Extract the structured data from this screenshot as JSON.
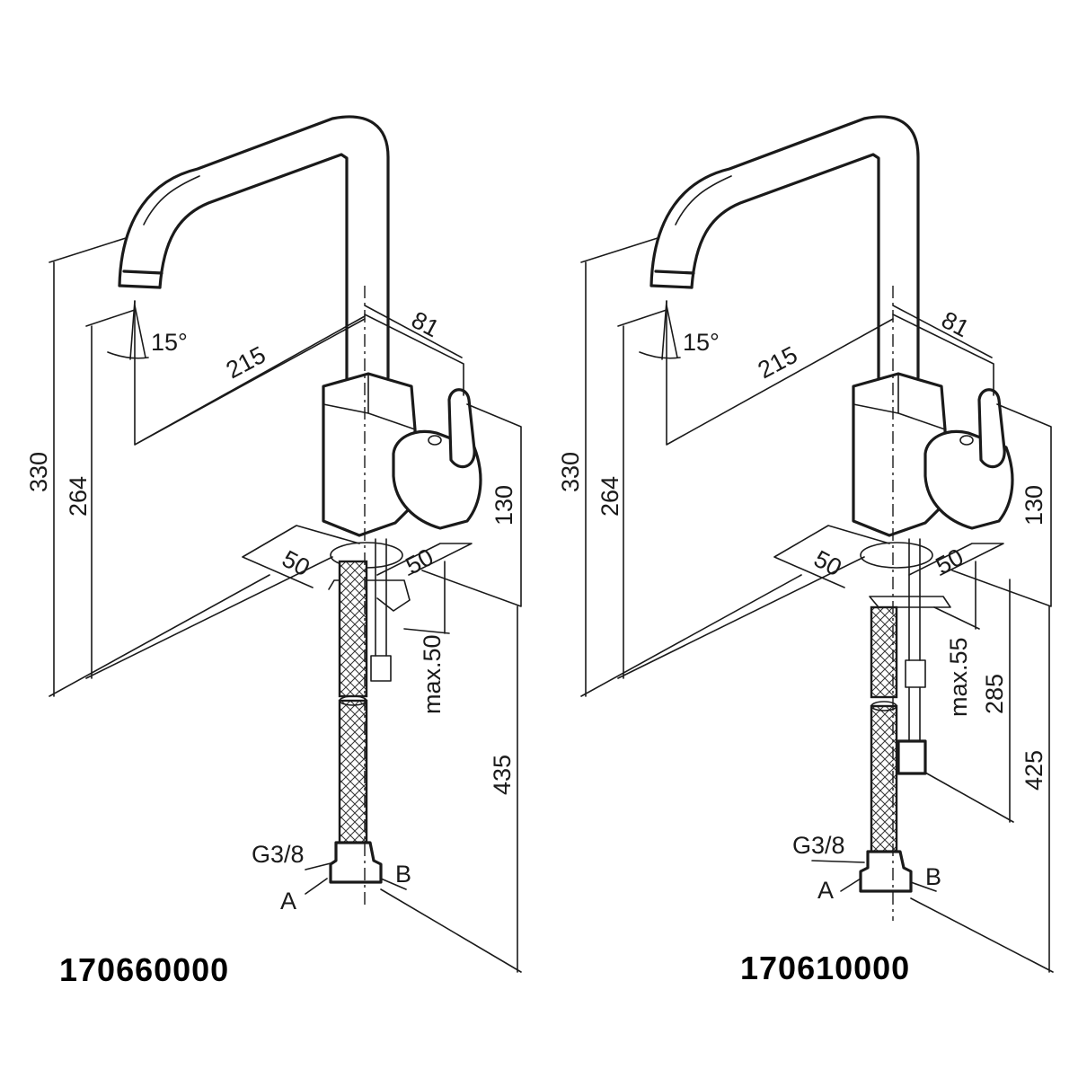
{
  "left": {
    "model": "170660000",
    "dims": {
      "angle": "15°",
      "reach": "215",
      "lever": "81",
      "height_total": "330",
      "height_spout": "264",
      "body_height": "130",
      "base_a": "50",
      "base_b": "50",
      "counter_thickness": "max.50",
      "hose_length": "435"
    },
    "labels": {
      "thread": "G3/8",
      "a": "A",
      "b": "B"
    }
  },
  "right": {
    "model": "170610000",
    "dims": {
      "angle": "15°",
      "reach": "215",
      "lever": "81",
      "height_total": "330",
      "height_spout": "264",
      "body_height": "130",
      "base_a": "50",
      "base_b": "50",
      "counter_thickness": "max.55",
      "valve_depth": "285",
      "hose_length": "425"
    },
    "labels": {
      "thread": "G3/8",
      "a": "A",
      "b": "B"
    }
  }
}
